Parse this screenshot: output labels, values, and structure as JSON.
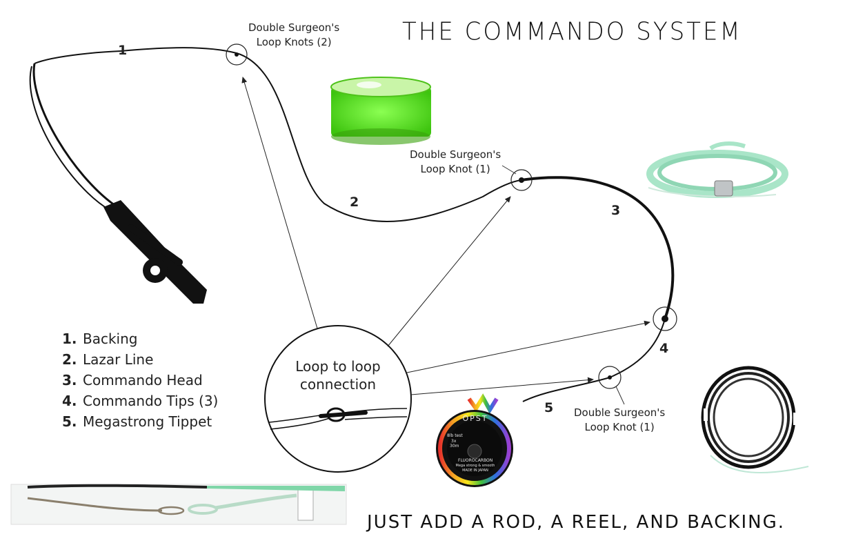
{
  "title": "THE COMMANDO SYSTEM",
  "tagline": "JUST ADD A ROD, A REEL, AND BACKING.",
  "callouts": {
    "knots_top": [
      "Double Surgeon's",
      "Loop Knots (2)"
    ],
    "knot_mid": [
      "Double Surgeon's",
      "Loop Knot (1)"
    ],
    "knot_bottom": [
      "Double Surgeon's",
      "Loop Knot (1)"
    ],
    "loop_connection": [
      "Loop to loop",
      "connection"
    ]
  },
  "segment_numbers": [
    "1",
    "2",
    "3",
    "4",
    "5"
  ],
  "legend": [
    {
      "num": "1.",
      "label": "Backing"
    },
    {
      "num": "2.",
      "label": "Lazar Line"
    },
    {
      "num": "3.",
      "label": "Commando Head"
    },
    {
      "num": "4.",
      "label": "Commando Tips (3)"
    },
    {
      "num": "5.",
      "label": "Megastrong Tippet"
    }
  ],
  "spool_label": {
    "brand": "OPST",
    "test": "8lb test",
    "size": "3x",
    "length": "30m",
    "material": "FLUOROCARBON",
    "tagline": "Mega strong & smooth",
    "origin": "MADE IN JAPAN"
  },
  "colors": {
    "lazar_spool": "#5ef21e",
    "head_coil": "#a9e5c8",
    "tips_coil": "#111111",
    "line": "#111111"
  }
}
